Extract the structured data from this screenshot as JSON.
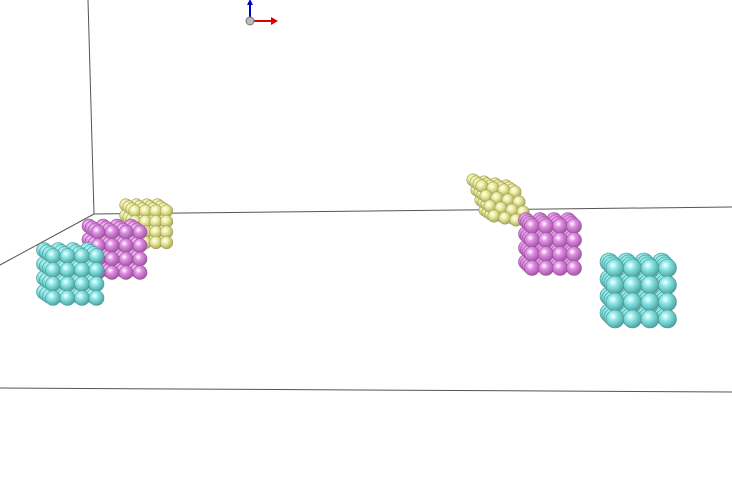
{
  "viewer": {
    "kind": "3D molecular structure viewport"
  },
  "colors": {
    "background": "#ffffff",
    "box_edge": "#555555",
    "axis_x": "#dd0000",
    "axis_y": "#0000cc",
    "axis_origin": "#bbbbbb",
    "atom_cyan": "#8be8e8",
    "atom_cyan_edge": "#4a9a9a",
    "atom_pink": "#e18ee4",
    "atom_pink_edge": "#9a519c",
    "atom_yellow": "#eeeea0",
    "atom_yellow_edge": "#a3a35a"
  },
  "clusters": [
    {
      "name": "cluster-yellow-left",
      "color": "yellow",
      "grid": "4x4x4"
    },
    {
      "name": "cluster-pink-left",
      "color": "pink",
      "grid": "4x4x4"
    },
    {
      "name": "cluster-cyan-left",
      "color": "cyan",
      "grid": "4x4x4"
    },
    {
      "name": "cluster-yellow-right",
      "color": "yellow",
      "grid": "4x4x4"
    },
    {
      "name": "cluster-pink-right",
      "color": "pink",
      "grid": "4x4x4"
    },
    {
      "name": "cluster-cyan-right",
      "color": "cyan",
      "grid": "4x4x4"
    }
  ]
}
